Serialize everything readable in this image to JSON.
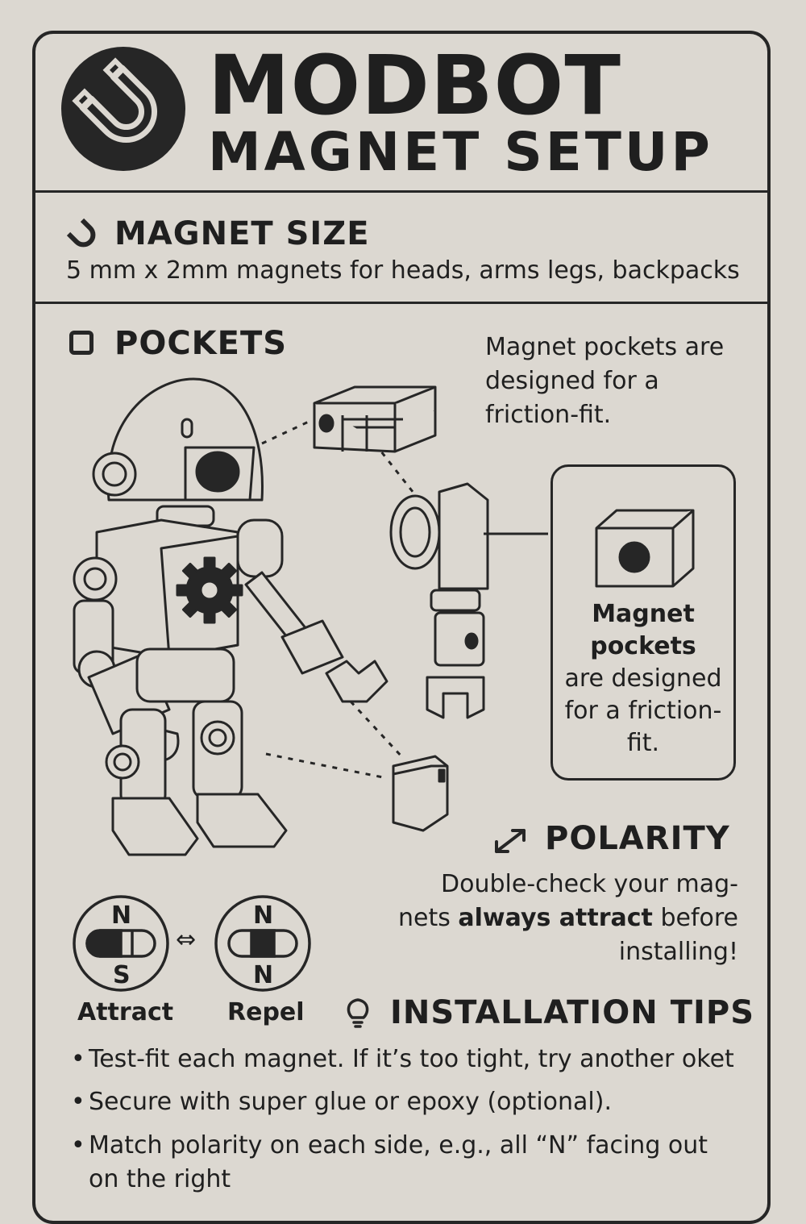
{
  "header": {
    "title": "MODBOT",
    "subtitle": "MAGNET SETUP",
    "logo_icon": "horseshoe-magnet-icon"
  },
  "magnet_size": {
    "heading": "MAGNET SIZE",
    "text": "5 mm x 2mm magnets for heads, arms legs, backpacks"
  },
  "pockets": {
    "heading": "POCKETS",
    "note_lines": [
      "Magnet pockets are",
      "designed for a",
      "friction-fit."
    ],
    "callout_bold": [
      "Magnet",
      "pockets"
    ],
    "callout_lines": [
      "are designed",
      "for a friction-",
      "fit."
    ]
  },
  "polarity": {
    "heading": "POLARITY",
    "line1": "Double-check your mag-",
    "line2_pre": "nets ",
    "line2_bold": "always attract",
    "line2_post": " before",
    "line3": "installing!",
    "attract": {
      "top": "N",
      "bottom": "S",
      "label": "Attract"
    },
    "repel": {
      "top": "N",
      "bottom": "N",
      "label": "Repel"
    },
    "swap_symbol": "⇔"
  },
  "tips": {
    "heading": "INSTALLATION TIPS",
    "bullet": "•",
    "items": [
      "Test-fit each magnet. If it’s too tight, try another  oket",
      "Secure with super glue or epoxy (optional).",
      "Match polarity on each side, e.g., all “N” facing out",
      "on the right"
    ]
  },
  "colors": {
    "background": "#dcd8d1",
    "ink": "#262626"
  }
}
